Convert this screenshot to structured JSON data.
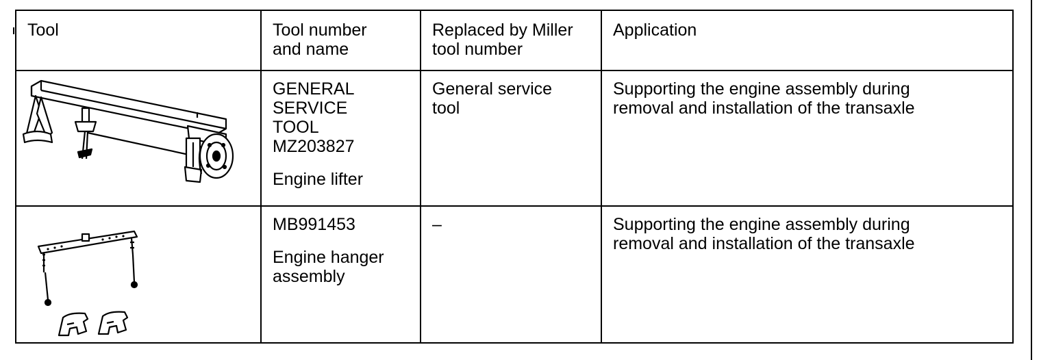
{
  "table": {
    "headers": {
      "tool": "Tool",
      "tool_number": [
        "Tool number",
        "and name"
      ],
      "replaced_by": [
        "Replaced by Miller",
        "tool number"
      ],
      "application": "Application"
    },
    "rows": [
      {
        "image_icon": "engine-lifter-illustration",
        "tool_number_lines": [
          "GENERAL",
          "SERVICE",
          "TOOL",
          "MZ203827"
        ],
        "tool_name": "Engine lifter",
        "replaced_by_lines": [
          "General service",
          "tool"
        ],
        "application_lines": [
          "Supporting the engine assembly during",
          "removal and installation of the transaxle"
        ]
      },
      {
        "image_icon": "engine-hanger-assembly-illustration",
        "tool_number_lines": [
          "MB991453"
        ],
        "tool_name_lines": [
          "Engine hanger",
          "assembly"
        ],
        "replaced_by": "–",
        "application_lines": [
          "Supporting the engine assembly during",
          "removal and installation of the transaxle"
        ]
      }
    ]
  }
}
